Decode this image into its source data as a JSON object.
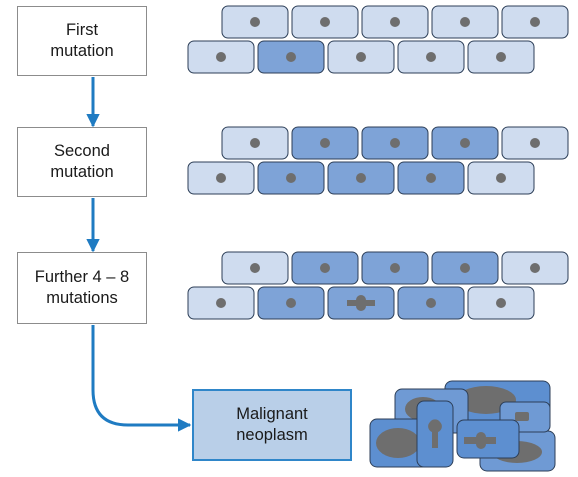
{
  "steps": [
    {
      "label": "First\nmutation"
    },
    {
      "label": "Second\nmutation"
    },
    {
      "label": "Further 4 – 8\nmutations"
    }
  ],
  "final": {
    "label": "Malignant\nneoplasm"
  },
  "colors": {
    "normal_cell": "#cfdcef",
    "mutated_cell": "#7ea3d7",
    "neoplasm_cell": "#5d8fd0",
    "nucleus": "#6e6e6e",
    "arrow": "#1f7bc2",
    "final_box_fill": "#b9cfe8",
    "final_box_border": "#2f86c9"
  },
  "cell_rows": [
    {
      "upper": [
        "normal",
        "normal",
        "normal",
        "normal",
        "normal"
      ],
      "lower": [
        "normal",
        "mutated",
        "normal",
        "normal",
        "normal"
      ]
    },
    {
      "upper": [
        "normal",
        "mutated",
        "mutated",
        "mutated",
        "normal"
      ],
      "lower": [
        "normal",
        "mutated",
        "mutated",
        "mutated",
        "normal"
      ]
    },
    {
      "upper": [
        "normal",
        "mutated",
        "mutated",
        "mutated",
        "normal"
      ],
      "lower": [
        "normal",
        "mutated",
        "abnormal",
        "mutated",
        "normal"
      ]
    }
  ]
}
